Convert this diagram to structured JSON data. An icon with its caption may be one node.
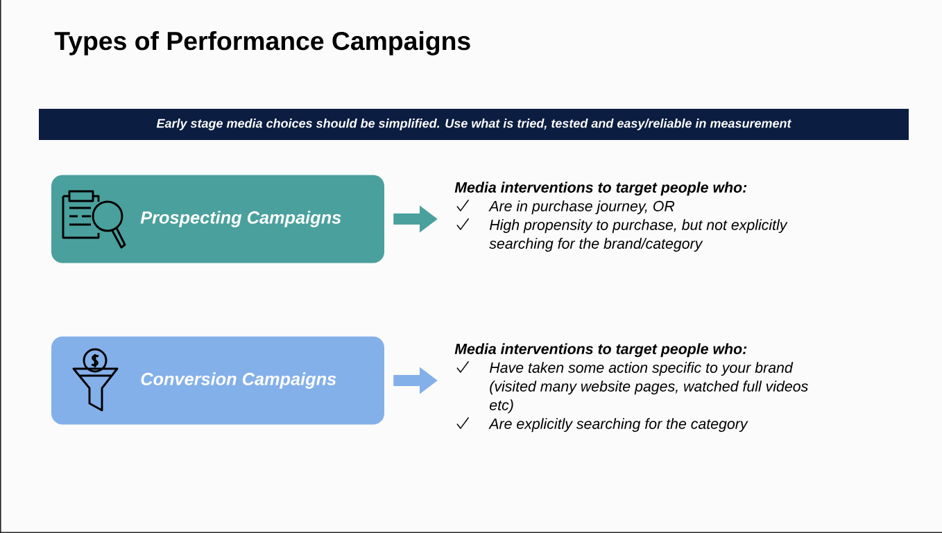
{
  "diagram": {
    "title": "Types of Performance Campaigns",
    "nodes": [
      {
        "text": [
          "Early stage media choices should be simplified. Use what is tried, tested and easy/reliable in measurement"
        ]
      },
      {
        "text": [
          "Prospecting Campaigns"
        ]
      },
      {
        "text": [
          "Media interventions to target people who:",
          "Are in purchase journey, OR",
          "High propensity to purchase, but not explicitly searching for the brand/category"
        ]
      },
      {
        "text": [
          "Conversion Campaigns"
        ]
      },
      {
        "text": [
          "Media interventions to target people who:",
          "Have taken some action specific to your brand (visited many website pages, watched full videos etc)",
          "Are explicitly searching for the category"
        ]
      }
    ],
    "edges": [
      {
        "from": 1,
        "to": 2,
        "arrow": "to",
        "color": "#4aa09d"
      },
      {
        "from": 3,
        "to": 4,
        "arrow": "to",
        "color": "#84b0ea"
      }
    ]
  }
}
